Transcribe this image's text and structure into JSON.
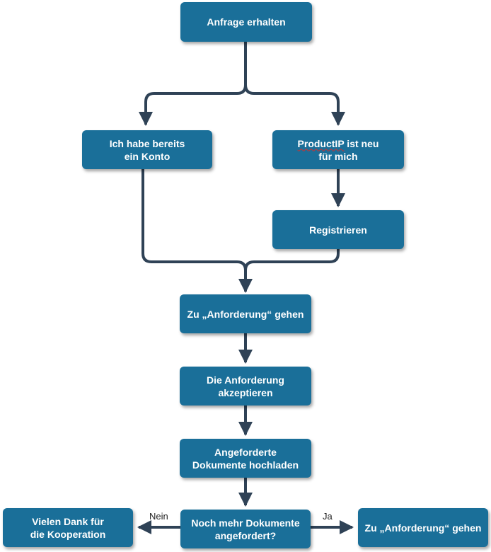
{
  "colors": {
    "node_fill": "#1a6f99",
    "connector": "#2f4256",
    "text": "#ffffff"
  },
  "nodes": {
    "anfrage": {
      "lines": [
        "Anfrage erhalten"
      ]
    },
    "konto": {
      "lines": [
        "Ich habe bereits",
        "ein Konto"
      ]
    },
    "neu": {
      "lines": [
        "ProductIP ist neu",
        "für mich"
      ],
      "spell_flagged_word": "ProductIP"
    },
    "registrieren": {
      "lines": [
        "Registrieren"
      ]
    },
    "anforderung1": {
      "lines": [
        "Zu „Anforderung“ gehen"
      ]
    },
    "akzeptieren": {
      "lines": [
        "Die Anforderung",
        "akzeptieren"
      ]
    },
    "hochladen": {
      "lines": [
        "Angeforderte",
        "Dokumente hochladen"
      ]
    },
    "mehr": {
      "lines": [
        "Noch mehr Dokumente",
        "angefordert?"
      ]
    },
    "dank": {
      "lines": [
        "Vielen Dank für",
        "die Kooperation"
      ]
    },
    "anforderung2": {
      "lines": [
        "Zu „Anforderung“ gehen"
      ]
    }
  },
  "edge_labels": {
    "nein": "Nein",
    "ja": "Ja"
  }
}
